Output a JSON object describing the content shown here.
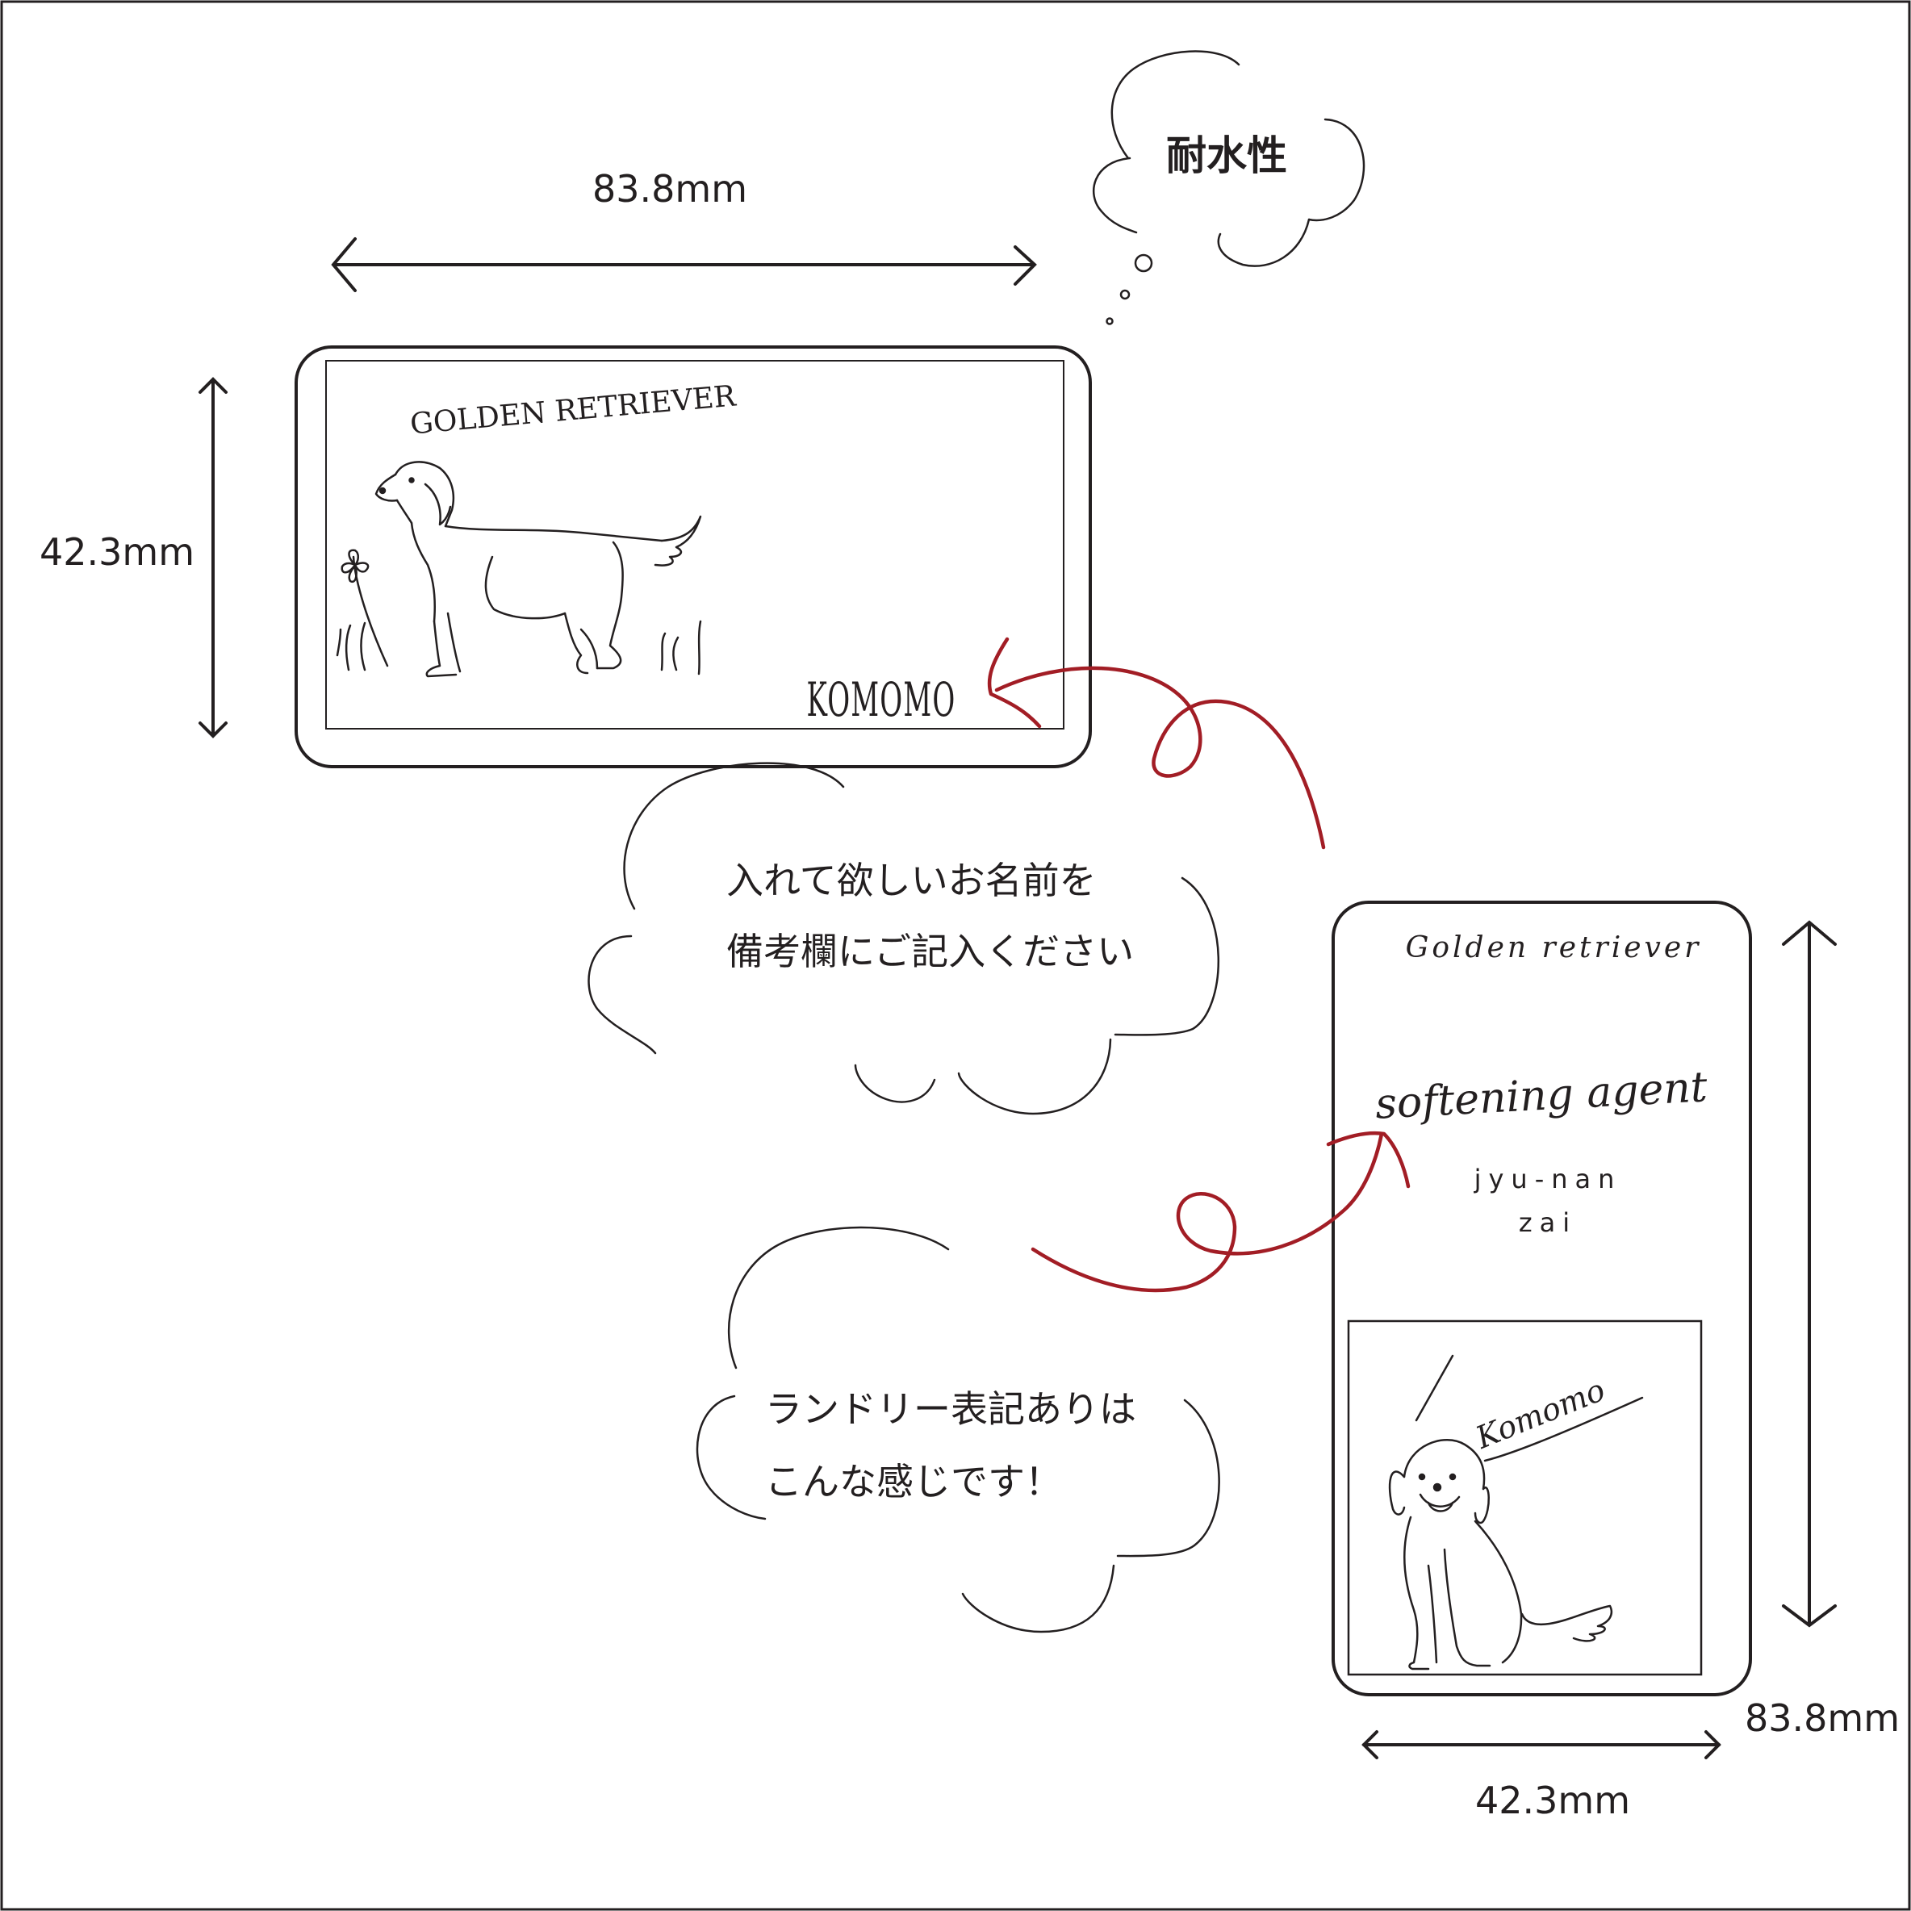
{
  "colors": {
    "ink": "#231f20",
    "accent": "#a21d25",
    "background": "#ffffff"
  },
  "horizontal_card": {
    "width_label": "83.8mm",
    "height_label": "42.3mm",
    "breed_text": "GOLDEN RETRIEVER",
    "name_text": "KOMOMO",
    "illustration": "standing-golden-retriever-icon"
  },
  "vertical_card": {
    "width_label": "42.3mm",
    "height_label": "83.8mm",
    "breed_text": "Golden retriever",
    "product_text": "softening agent",
    "romaji_line1": "jyu-nan",
    "romaji_line2": "zai",
    "name_text": "Komomo",
    "illustration": "sitting-golden-retriever-icon"
  },
  "callouts": {
    "waterproof": "耐水性",
    "name_note_line1": "入れて欲しいお名前を",
    "name_note_line2": "備考欄にご記入ください",
    "laundry_note_line1": "ランドリー表記ありは",
    "laundry_note_line2": "こんな感じです！"
  }
}
